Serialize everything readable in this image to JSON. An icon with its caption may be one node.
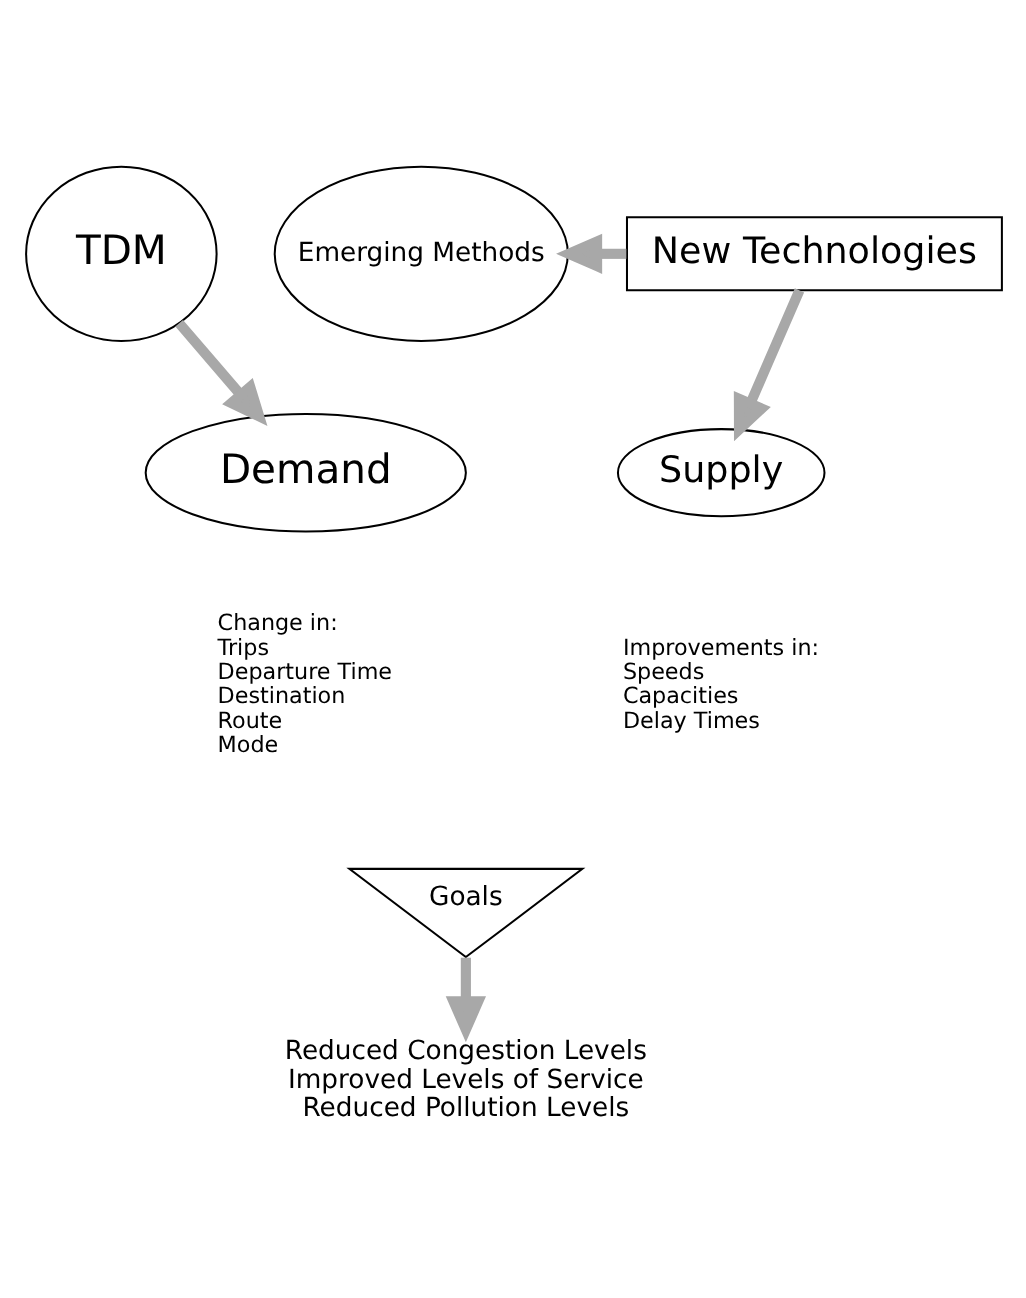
{
  "diagram": {
    "nodes": [
      {
        "text": [
          "TDM"
        ]
      },
      {
        "text": [
          "Emerging Methods"
        ]
      },
      {
        "text": [
          "New Technologies"
        ]
      },
      {
        "text": [
          "Demand"
        ],
        "beside": [
          "Change in:",
          "Trips",
          "Departure Time",
          "Destination",
          "Route",
          "Mode"
        ]
      },
      {
        "text": [
          "Supply"
        ],
        "beside": [
          "Improvements in:",
          "Speeds",
          "Capacities",
          "Delay Times"
        ]
      },
      {
        "text": [
          "Goals"
        ]
      },
      {
        "text": [
          "Reduced Congestion Levels",
          "Improved Levels of Service",
          "Reduced Pollution Levels"
        ]
      }
    ],
    "edges": [
      {
        "from": 2,
        "to": 1,
        "arrow": "to"
      },
      {
        "from": 2,
        "to": 4,
        "arrow": "to"
      },
      {
        "from": 0,
        "to": 3,
        "arrow": "to"
      },
      {
        "from": 5,
        "to": 6,
        "arrow": "to"
      }
    ]
  }
}
